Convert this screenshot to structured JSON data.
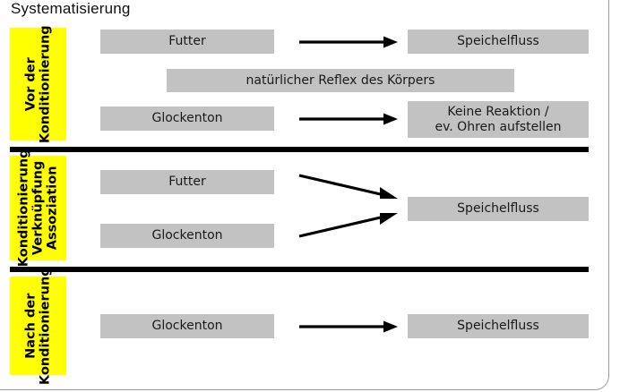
{
  "title": "Systematisierung",
  "colors": {
    "highlight": "#ffff00",
    "box": "#c2c2c2",
    "line": "#000000",
    "frame": "#9a9a9a",
    "text": "#1a1a1a"
  },
  "phases": [
    {
      "id": "vor-der-konditionierung",
      "label_lines": [
        "Vor der",
        "Konditionierung"
      ],
      "label": "Vor der Konditionierung",
      "boxes": [
        {
          "id": "futter",
          "text": "Futter"
        },
        {
          "id": "natuerlicher-reflex",
          "text": "natürlicher Reflex des Körpers"
        },
        {
          "id": "glockenton",
          "text": "Glockenton"
        },
        {
          "id": "speichelfluss",
          "text": "Speichelfluss"
        },
        {
          "id": "keine-reaktion",
          "text": "Keine Reaktion /\nev. Ohren aufstellen"
        }
      ],
      "arrows": 2
    },
    {
      "id": "konditionierung",
      "label_lines": [
        "Konditionierung",
        "Verknüpfung",
        "Assoziation"
      ],
      "label": "Konditionierung Verknüpfung Assoziation",
      "boxes": [
        {
          "id": "futter",
          "text": "Futter"
        },
        {
          "id": "glockenton",
          "text": "Glockenton"
        },
        {
          "id": "speichelfluss",
          "text": "Speichelfluss"
        }
      ],
      "arrows": 2
    },
    {
      "id": "nach-der-konditionierung",
      "label_lines": [
        "Nach der",
        "Konditionierung"
      ],
      "label": "Nach der Konditionierung",
      "boxes": [
        {
          "id": "glockenton",
          "text": "Glockenton"
        },
        {
          "id": "speichelfluss",
          "text": "Speichelfluss"
        }
      ],
      "arrows": 1
    }
  ],
  "text": {
    "phase1_label_l1": "Vor der",
    "phase1_label_l2": "Konditionierung",
    "phase2_label_l1": "Konditionierung",
    "phase2_label_l2": "Verknüpfung",
    "phase2_label_l3": "Assoziation",
    "phase3_label_l1": "Nach der",
    "phase3_label_l2": "Konditionierung",
    "futter_1": "Futter",
    "reflex": "natürlicher Reflex des Körpers",
    "glockenton_1": "Glockenton",
    "speichelfluss_1": "Speichelfluss",
    "keine_reaktion_l1": "Keine Reaktion /",
    "keine_reaktion_l2": "ev. Ohren aufstellen",
    "futter_2": "Futter",
    "glockenton_2": "Glockenton",
    "speichelfluss_2": "Speichelfluss",
    "glockenton_3": "Glockenton",
    "speichelfluss_3": "Speichelfluss"
  }
}
